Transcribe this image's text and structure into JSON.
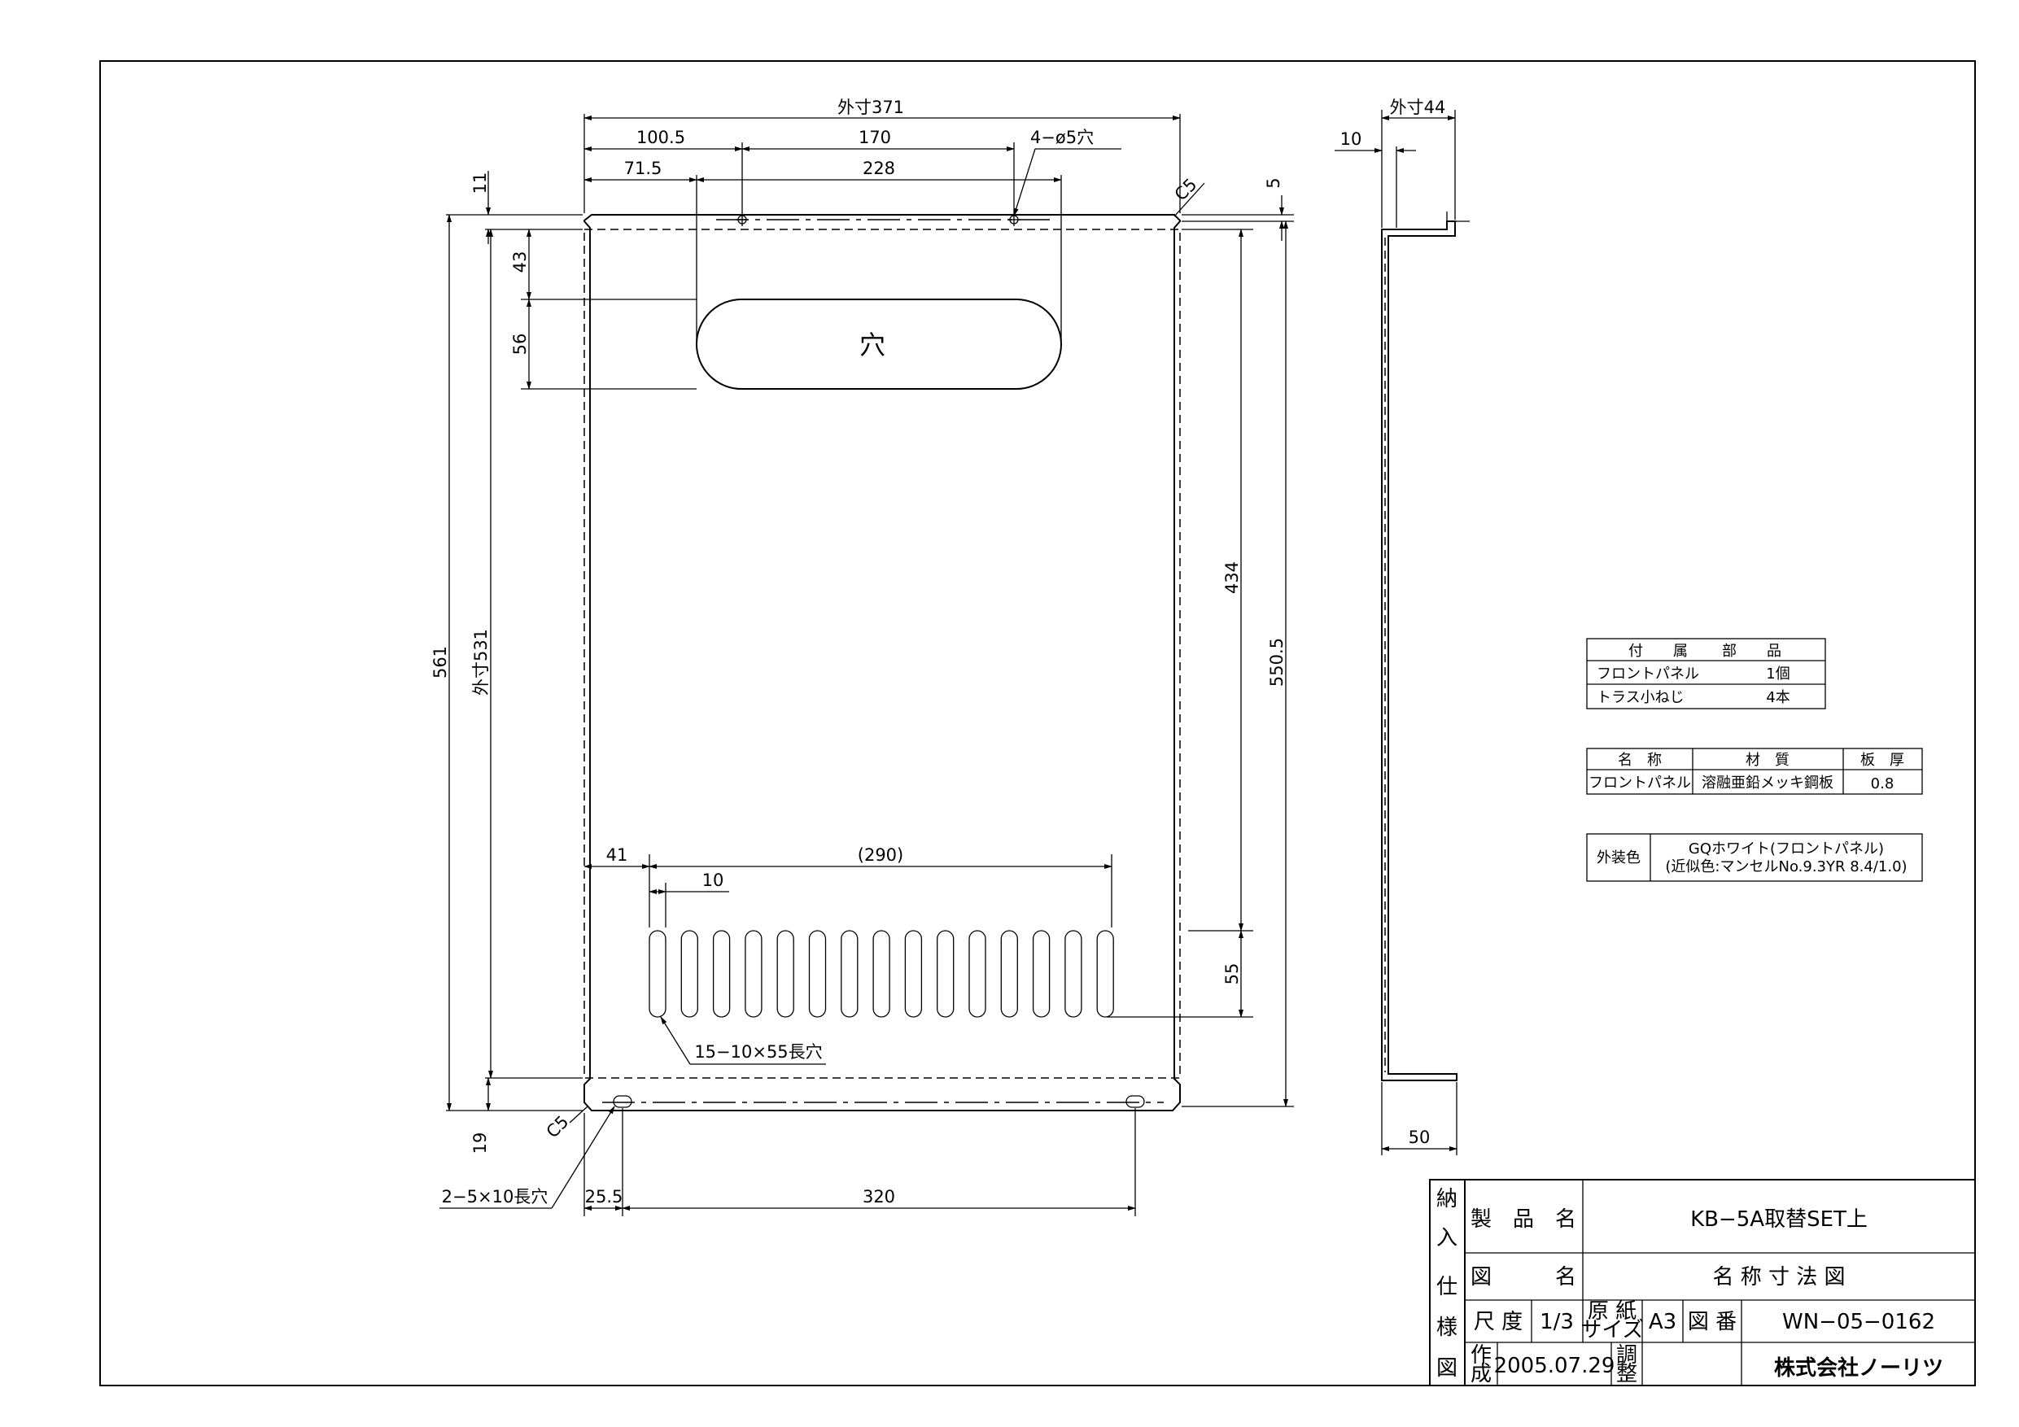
{
  "dimensions": {
    "outer_width": "外寸371",
    "d100_5": "100.5",
    "d170": "170",
    "holes": "4−ø5穴",
    "d71_5": "71.5",
    "d228": "228",
    "c5_top": "C5",
    "d11": "11",
    "d5": "5",
    "d43": "43",
    "d56": "56",
    "hole_label": "穴",
    "d561": "561",
    "outer_height": "外寸531",
    "d434": "434",
    "d550_5": "550.5",
    "d41": "41",
    "d290": "(290)",
    "d10": "10",
    "d55": "55",
    "slots": "15−10×55長穴",
    "d19": "19",
    "c5_bottom": "C5",
    "bottom_slots": "2−5×10長穴",
    "d25_5": "25.5",
    "d320": "320",
    "side_outer": "外寸44",
    "side_10": "10",
    "side_50": "50"
  },
  "accessories": {
    "header": [
      "付",
      "属",
      "部",
      "品"
    ],
    "rows": [
      {
        "name": "フロントパネル",
        "qty": "1個"
      },
      {
        "name": "トラス小ねじ",
        "qty": "4本"
      }
    ]
  },
  "materials": {
    "headers": {
      "name": "名　称",
      "material": "材　質",
      "thickness": "板　厚"
    },
    "row": {
      "name": "フロントパネル",
      "material": "溶融亜鉛メッキ鋼板",
      "thickness": "0.8"
    }
  },
  "color": {
    "label": "外装色",
    "line1": "GQホワイト(フロントパネル)",
    "line2": "(近似色:マンセルNo.9.3YR 8.4/1.0)"
  },
  "title_block": {
    "side_label": [
      "納",
      "入",
      "仕",
      "様",
      "図"
    ],
    "product_name_label": "製　品　名",
    "product_name": "KB−5A取替SET上",
    "drawing_name_label": "図　　　名",
    "drawing_name": "名 称 寸 法 図",
    "scale_label": "尺 度",
    "scale": "1/3",
    "paper_label_1": "原 紙",
    "paper_label_2": "サイズ",
    "paper_size": "A3",
    "drawing_no_label": "図 番",
    "drawing_no": "WN−05−0162",
    "created_label_1": "作",
    "created_label_2": "成",
    "created_date": "2005.07.29",
    "adjust_label_1": "調",
    "adjust_label_2": "整",
    "company": "株式会社ノーリツ"
  }
}
